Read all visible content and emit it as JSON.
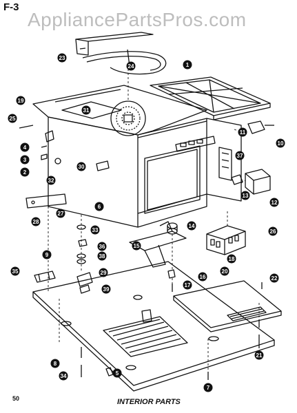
{
  "header": {
    "figure_code": "F-3",
    "watermark": "AppliancePartsPros.com"
  },
  "footer": {
    "page_number": "50",
    "caption": "INTERIOR PARTS"
  },
  "callouts": [
    "1",
    "2",
    "3",
    "4",
    "5",
    "6",
    "7",
    "8",
    "9",
    "10",
    "11",
    "12",
    "13",
    "14",
    "15",
    "16",
    "17",
    "18",
    "19",
    "20",
    "21",
    "22",
    "23",
    "24",
    "25",
    "26",
    "27",
    "28",
    "29",
    "30",
    "31",
    "32",
    "33",
    "34",
    "35",
    "36",
    "37",
    "38",
    "39"
  ]
}
